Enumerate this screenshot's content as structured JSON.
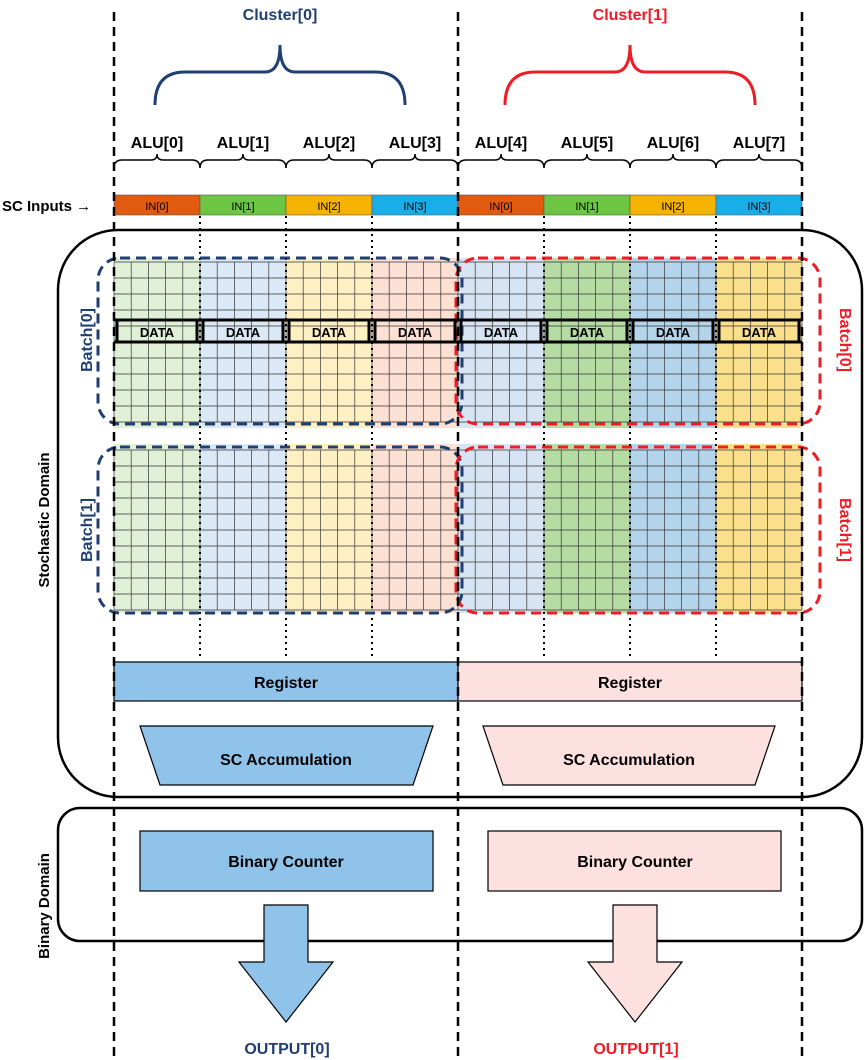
{
  "clusters": [
    {
      "label": "Cluster[0]",
      "color": "#1f3f73"
    },
    {
      "label": "Cluster[1]",
      "color": "#ee1c24"
    }
  ],
  "alus": [
    "ALU[0]",
    "ALU[1]",
    "ALU[2]",
    "ALU[3]",
    "ALU[4]",
    "ALU[5]",
    "ALU[6]",
    "ALU[7]"
  ],
  "sc_inputs": {
    "label": "SC Inputs →",
    "cells": [
      "IN[0]",
      "IN[1]",
      "IN[2]",
      "IN[3]",
      "IN[0]",
      "IN[1]",
      "IN[2]",
      "IN[3]"
    ],
    "colors": [
      "#e05a10",
      "#6cc644",
      "#f5b300",
      "#1aaee8",
      "#e05a10",
      "#6cc644",
      "#f5b300",
      "#1aaee8"
    ]
  },
  "grid": {
    "column_fills": [
      "#dff0d6",
      "#dbe9f6",
      "#fff0c4",
      "#fde0d4",
      "#d7e4f3",
      "#b5dca3",
      "#b4d4ec",
      "#fbe08c"
    ],
    "data_label": "DATA"
  },
  "batches": [
    {
      "label": "Batch[0]"
    },
    {
      "label": "Batch[1]"
    }
  ],
  "register": {
    "left": "Register",
    "right": "Register"
  },
  "accumulation": {
    "left": "SC Accumulation",
    "right": "SC Accumulation"
  },
  "counter": {
    "left": "Binary Counter",
    "right": "Binary Counter"
  },
  "domains": {
    "stochastic": "Stochastic Domain",
    "binary": "Binary Domain"
  },
  "outputs": [
    "OUTPUT[0]",
    "OUTPUT[1]"
  ],
  "colors": {
    "blue_fill": "#8fc3ea",
    "pink_fill": "#fde0e0"
  }
}
